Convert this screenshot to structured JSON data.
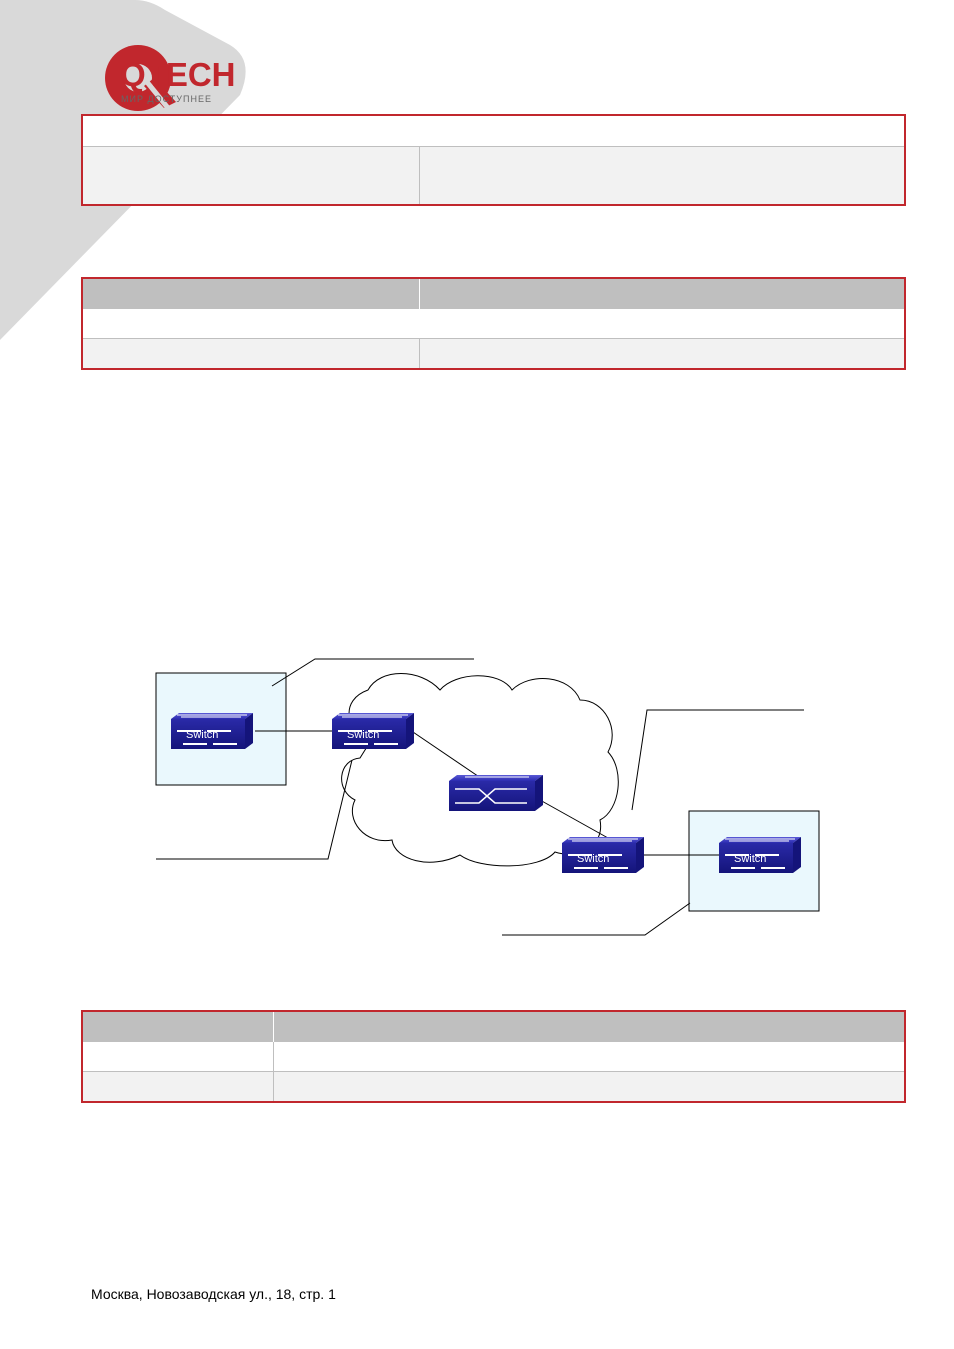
{
  "header": {
    "brand": "QTECH",
    "tagline": "МИР ДОСТУПНЕЕ",
    "colors": {
      "brand_red": "#c1272d",
      "corner_gray": "#d9d9d9"
    }
  },
  "diagram": {
    "switch_label": "Switch"
  },
  "footer": {
    "address": "Москва, Новозаводская ул., 18, стр. 1"
  }
}
